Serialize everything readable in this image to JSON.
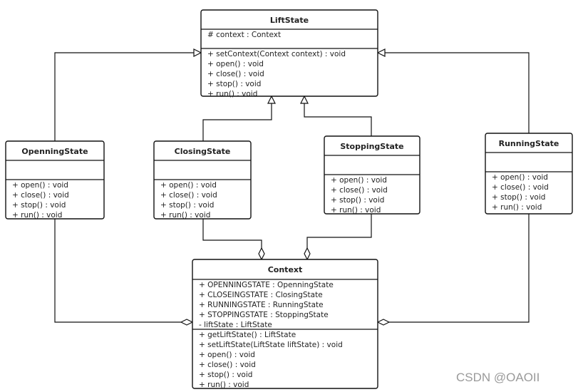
{
  "classes": [
    {
      "id": "liftstate",
      "name": "LiftState",
      "attributes": [
        "# context : Context"
      ],
      "methods": [
        "+ setContext(Context context) : void",
        "+ open() : void",
        "+ close() : void",
        "+ stop() : void",
        "+ run() : void"
      ]
    },
    {
      "id": "openningstate",
      "name": "OpenningState",
      "attributes": [],
      "methods": [
        "+ open() : void",
        "+ close() : void",
        "+ stop() : void",
        "+ run() : void"
      ]
    },
    {
      "id": "closingstate",
      "name": "ClosingState",
      "attributes": [],
      "methods": [
        "+ open() : void",
        "+ close() : void",
        "+ stop() : void",
        "+ run() : void"
      ]
    },
    {
      "id": "stoppingstate",
      "name": "StoppingState",
      "attributes": [],
      "methods": [
        "+ open() : void",
        "+ close() : void",
        "+ stop() : void",
        "+ run() : void"
      ]
    },
    {
      "id": "runningstate",
      "name": "RunningState",
      "attributes": [],
      "methods": [
        "+ open() : void",
        "+ close() : void",
        "+ stop() : void",
        "+ run() : void"
      ]
    },
    {
      "id": "context",
      "name": "Context",
      "attributes": [
        "+ OPENNINGSTATE : OpenningState",
        "+ CLOSEINGSTATE : ClosingState",
        "+ RUNNINGSTATE : RunningState",
        "+ STOPPINGSTATE : StoppingState",
        "- liftState : LiftState"
      ],
      "methods": [
        "+ getLiftState() : LiftState",
        "+ setLiftState(LiftState liftState) : void",
        "+ open() : void",
        "+ close() : void",
        "+ stop() : void",
        "+ run() : void"
      ]
    }
  ],
  "relations": [
    {
      "type": "generalization",
      "from": "openningstate",
      "to": "liftstate"
    },
    {
      "type": "generalization",
      "from": "closingstate",
      "to": "liftstate"
    },
    {
      "type": "generalization",
      "from": "stoppingstate",
      "to": "liftstate"
    },
    {
      "type": "generalization",
      "from": "runningstate",
      "to": "liftstate"
    },
    {
      "type": "aggregation",
      "from": "openningstate",
      "to": "context"
    },
    {
      "type": "aggregation",
      "from": "closingstate",
      "to": "context"
    },
    {
      "type": "aggregation",
      "from": "stoppingstate",
      "to": "context"
    },
    {
      "type": "aggregation",
      "from": "runningstate",
      "to": "context"
    }
  ],
  "watermark": "CSDN @OAOII"
}
